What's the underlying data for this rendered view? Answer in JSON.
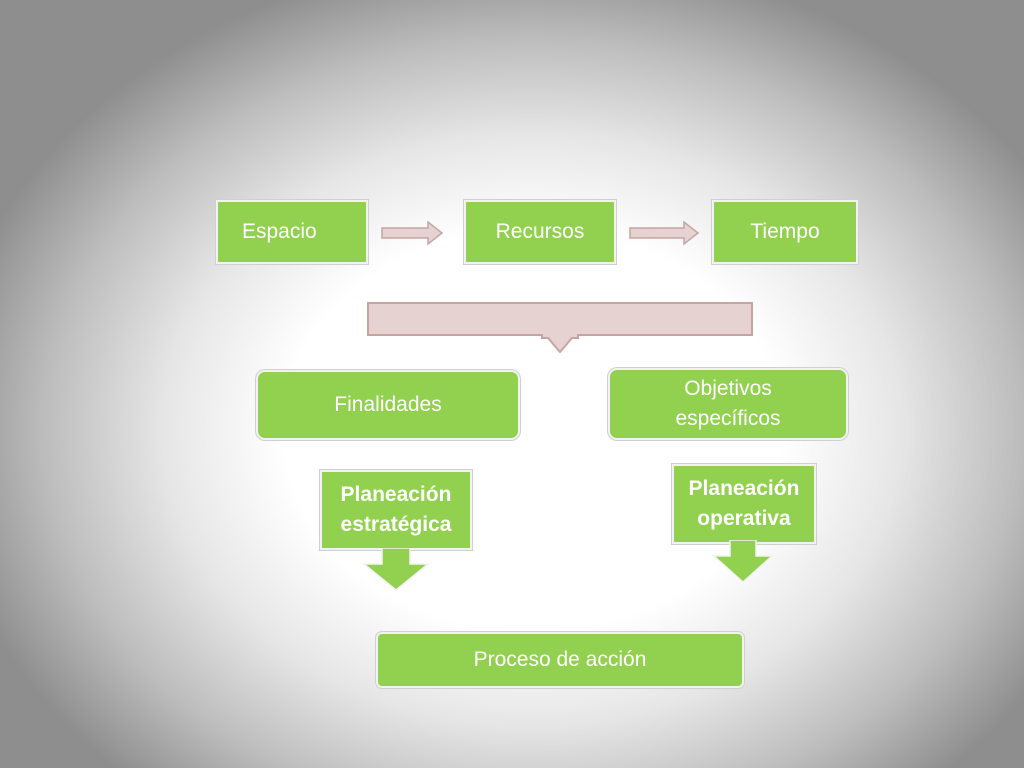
{
  "row_top": {
    "espacio": "Espacio",
    "recursos": "Recursos",
    "tiempo": "Tiempo"
  },
  "goals": {
    "finalidades": "Finalidades",
    "objetivos": "Objetivos\nespecíficos"
  },
  "planning": {
    "estrategica": "Planeación\nestratégica",
    "operativa": "Planeación\noperativa"
  },
  "result": {
    "proceso": "Proceso de acción"
  },
  "colors": {
    "box_green": "#92d050",
    "arrow_pink": "#e6d3d1",
    "arrow_green": "#92d050"
  }
}
